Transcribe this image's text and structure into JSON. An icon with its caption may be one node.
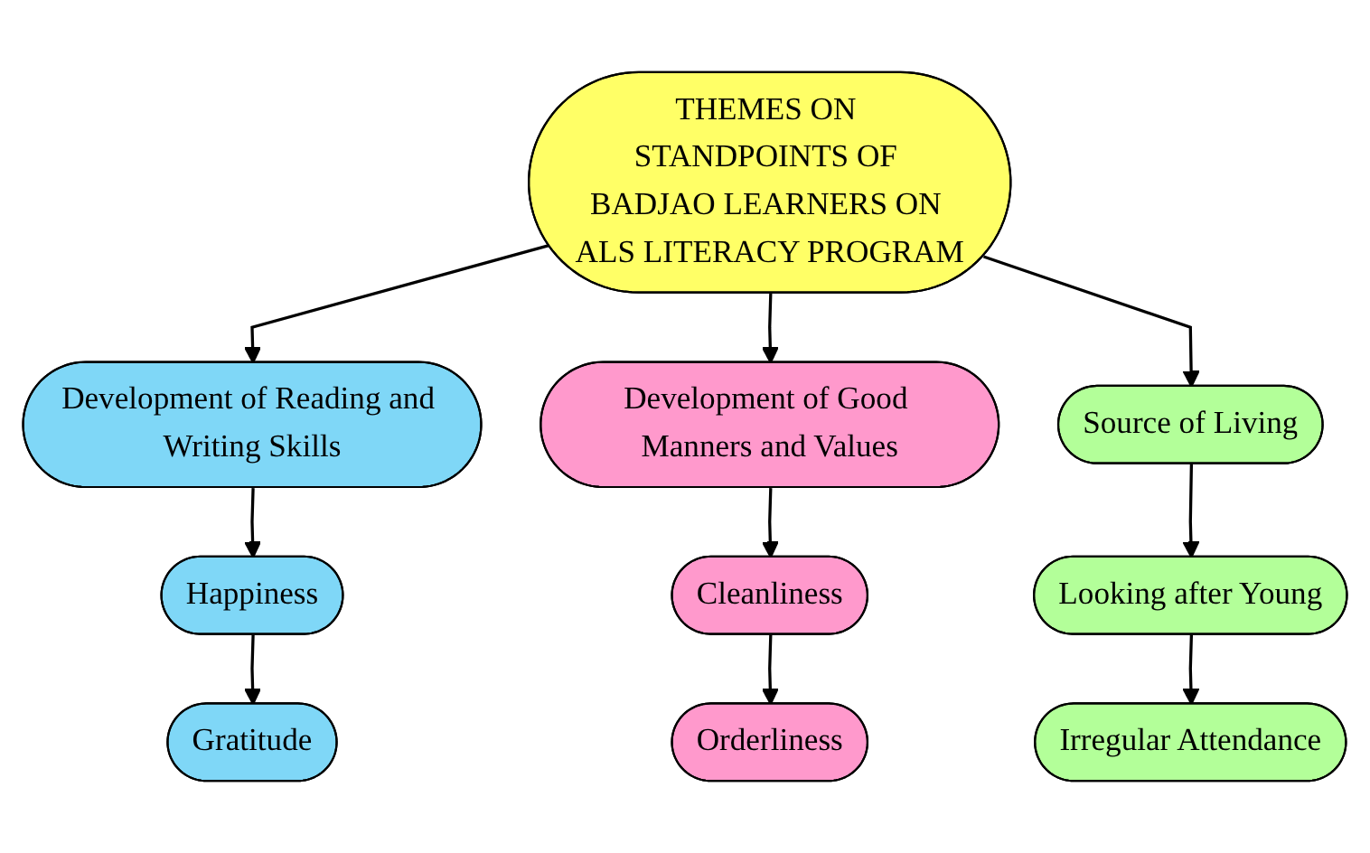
{
  "diagram": {
    "nodes": [
      {
        "text": [
          "THEMES ON STANDPOINTS OF BADJAO LEARNERS ON ALS LITERACY PROGRAM"
        ]
      },
      {
        "text": [
          "Development of Reading and Writing Skills"
        ]
      },
      {
        "text": [
          "Development of Good Manners and Values"
        ]
      },
      {
        "text": [
          "Source of Living"
        ]
      },
      {
        "text": [
          "Happiness"
        ]
      },
      {
        "text": [
          "Cleanliness"
        ]
      },
      {
        "text": [
          "Looking after Young"
        ]
      },
      {
        "text": [
          "Gratitude"
        ]
      },
      {
        "text": [
          "Orderliness"
        ]
      },
      {
        "text": [
          "Irregular Attendance"
        ]
      }
    ],
    "edges": [
      {
        "from": 0,
        "to": 1,
        "arrow": "to"
      },
      {
        "from": 0,
        "to": 2,
        "arrow": "to"
      },
      {
        "from": 0,
        "to": 3,
        "arrow": "to"
      },
      {
        "from": 1,
        "to": 4,
        "arrow": "to"
      },
      {
        "from": 4,
        "to": 7,
        "arrow": "to"
      },
      {
        "from": 2,
        "to": 5,
        "arrow": "to"
      },
      {
        "from": 5,
        "to": 8,
        "arrow": "to"
      },
      {
        "from": 3,
        "to": 6,
        "arrow": "to"
      },
      {
        "from": 6,
        "to": 9,
        "arrow": "to"
      }
    ]
  }
}
